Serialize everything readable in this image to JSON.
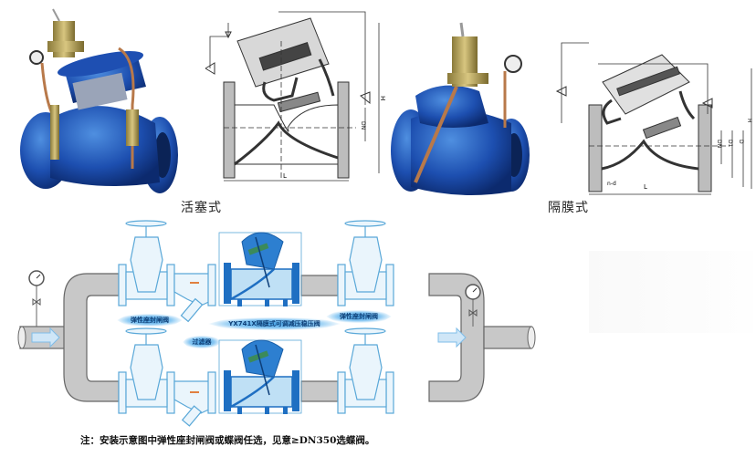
{
  "figure": {
    "panels": [
      {
        "id": "piston-valve-photo",
        "kind": "photo",
        "description": "Blue piston-type pressure reducing valve with brass pilot and gauge"
      },
      {
        "id": "piston-valve-drawing",
        "kind": "engineering-drawing",
        "dimension_labels": [
          "H",
          "DN",
          "L"
        ]
      },
      {
        "id": "diaphragm-valve-photo",
        "kind": "photo",
        "description": "Blue diaphragm-type pressure reducing valve with brass pilot and gauge"
      },
      {
        "id": "diaphragm-valve-drawing",
        "kind": "engineering-drawing",
        "dimension_labels": [
          "H",
          "DN",
          "D1",
          "D",
          "L",
          "n-d"
        ]
      }
    ],
    "captions": {
      "piston": "活塞式",
      "diaphragm": "隔膜式"
    },
    "installation": {
      "labels": {
        "gate_valve_left": "弹性座封闸阀",
        "gate_valve_right": "弹性座封闸阀",
        "main_valve": "YX741X隔膜式可调减压稳压阀",
        "filter": "过滤器"
      },
      "flow_direction": "left-to-right",
      "colors": {
        "pipe_fill": "#c8c8c8",
        "pipe_stroke": "#666666",
        "valve_outline": "#5aa8d8",
        "valve_body": "#1f6fc2",
        "label_glow": "#4aa6e8",
        "arrow": "#7fbde8"
      }
    },
    "note": "注：安装示意图中弹性座封闸阀或蝶阀任选，见意≥DN350选蝶阀。"
  }
}
